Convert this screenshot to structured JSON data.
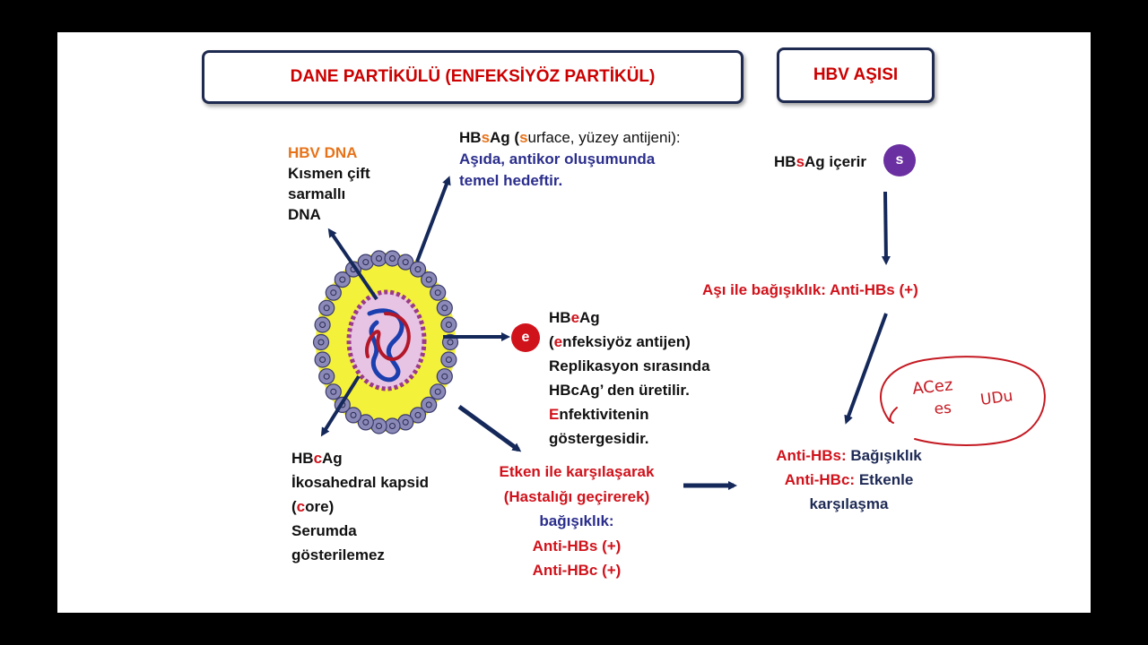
{
  "titles": {
    "dane": "DANE PARTİKÜLÜ (ENFEKSİYÖZ PARTİKÜL)",
    "asi": "HBV AŞISI"
  },
  "hbv_dna": {
    "title": "HBV DNA",
    "line1": "Kısmen çift",
    "line2": "sarmallı",
    "line3": "DNA"
  },
  "hbsag": {
    "pre": "HB",
    "letter": "s",
    "post": "Ag (",
    "letter2": "s",
    "rest": "urface, yüzey antijeni):",
    "line2": "Aşıda, antikor oluşumunda",
    "line3": "temel hedeftir."
  },
  "hbeag": {
    "badge": "e",
    "pre": "HB",
    "letter": "e",
    "post": "Ag",
    "line2_open": "(",
    "line2_letter": "e",
    "line2_rest": "nfeksiyöz antijen)",
    "line3": "Replikasyon sırasında",
    "line4": "HBcAg’ den üretilir.",
    "line5_letter": "E",
    "line5_rest": "nfektivitenin",
    "line6": "göstergesidir."
  },
  "hbcag": {
    "pre": "HB",
    "letter": "c",
    "post": "Ag",
    "line2": "İkosahedral kapsid",
    "line3_open": "(",
    "line3_letter": "c",
    "line3_rest": "ore)",
    "line4": "Serumda",
    "line5": "gösterilemez"
  },
  "etken": {
    "line1": "Etken ile karşılaşarak",
    "line2": "(Hastalığı geçirerek)",
    "line3": "bağışıklık:",
    "line4": "Anti-HBs (+)",
    "line5": "Anti-HBc (+)"
  },
  "vaccine": {
    "pre": "HB",
    "letter": "s",
    "post": "Ag içerir",
    "badge": "s",
    "immunity_label": "Aşı ile bağışıklık:",
    "immunity_value": "Anti-HBs (+)"
  },
  "result": {
    "line1_label": "Anti-HBs:",
    "line1_value": "Bağışıklık",
    "line2_label": "Anti-HBc:",
    "line2_value": "Etkenle",
    "line3": "karşılaşma"
  },
  "handwriting": [
    "ACez",
    "es",
    "UDu"
  ],
  "colors": {
    "red": "#d0121b",
    "orange": "#e6731a",
    "navy": "#2b2e8c",
    "arrow": "#14285a",
    "outer_ring": "#8a89b8",
    "envelope": "#f4f13a",
    "core": "#e8c4e4"
  }
}
